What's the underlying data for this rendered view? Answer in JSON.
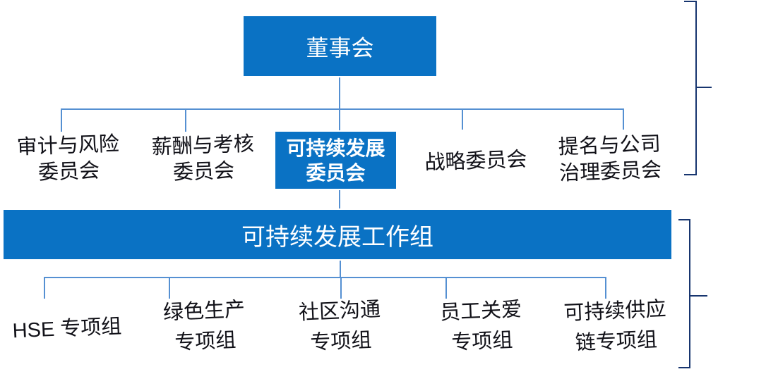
{
  "colors": {
    "accent": "#0a72c4",
    "connector": "#5590d2",
    "bracket": "#17356f",
    "ink": "#111118",
    "background": "#ffffff",
    "box_text": "#ffffff"
  },
  "org": {
    "board": {
      "label": "董事会"
    },
    "committees": [
      {
        "id": "audit-risk",
        "lines": [
          "审计与风险",
          "委员会"
        ],
        "highlighted": false
      },
      {
        "id": "compensation-assessment",
        "lines": [
          "薪酬与考核",
          "委员会"
        ],
        "highlighted": false
      },
      {
        "id": "sustainability",
        "lines": [
          "可持续发展",
          "委员会"
        ],
        "highlighted": true
      },
      {
        "id": "strategy",
        "lines": [
          "战略委员会"
        ],
        "highlighted": false
      },
      {
        "id": "nomination-governance",
        "lines": [
          "提名与公司",
          "治理委员会"
        ],
        "highlighted": false
      }
    ],
    "workgroup": {
      "label": "可持续发展工作组"
    },
    "taskforces": [
      {
        "id": "hse",
        "lines": [
          "HSE 专项组"
        ]
      },
      {
        "id": "green-production",
        "lines": [
          "绿色生产",
          "专项组"
        ]
      },
      {
        "id": "community-communication",
        "lines": [
          "社区沟通",
          "专项组"
        ]
      },
      {
        "id": "employee-care",
        "lines": [
          "员工关爱",
          "专项组"
        ]
      },
      {
        "id": "sustainable-supply-chain",
        "lines": [
          "可持续供应",
          "链专项组"
        ]
      }
    ]
  }
}
